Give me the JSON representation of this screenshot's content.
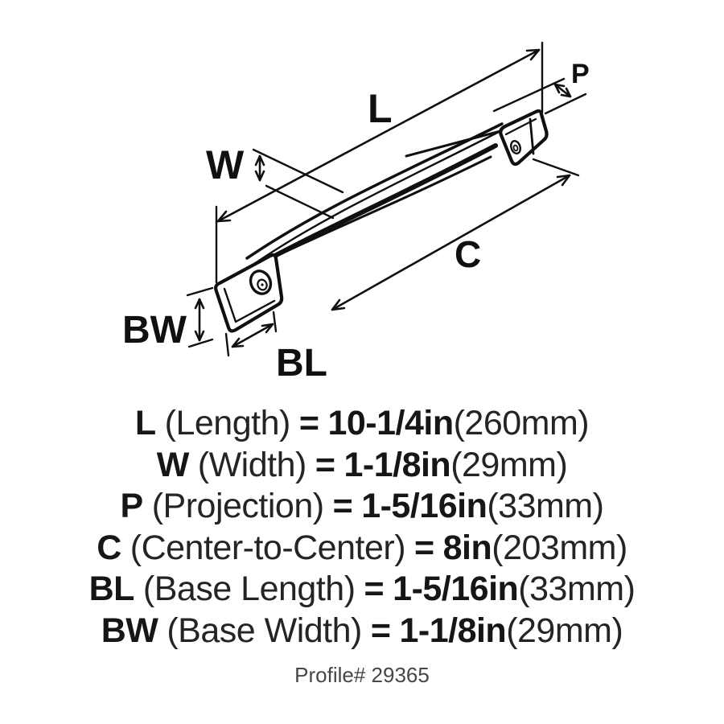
{
  "diagram": {
    "labels": {
      "length": "L",
      "width": "W",
      "projection": "P",
      "center_to_center": "C",
      "base_length": "BL",
      "base_width": "BW"
    },
    "line_color": "#101010",
    "background": "#ffffff"
  },
  "specs": [
    {
      "label": "L",
      "name": "(Length)",
      "eq": "=",
      "inches": "10-1/4in",
      "mm": "(260mm)"
    },
    {
      "label": "W",
      "name": "(Width)",
      "eq": "=",
      "inches": "1-1/8in",
      "mm": "(29mm)"
    },
    {
      "label": "P",
      "name": "(Projection)",
      "eq": "=",
      "inches": "1-5/16in",
      "mm": "(33mm)"
    },
    {
      "label": "C",
      "name": "(Center-to-Center)",
      "eq": "=",
      "inches": "8in",
      "mm": "(203mm)"
    },
    {
      "label": "BL",
      "name": "(Base Length)",
      "eq": "=",
      "inches": "1-5/16in",
      "mm": "(33mm)"
    },
    {
      "label": "BW",
      "name": "(Base Width)",
      "eq": "=",
      "inches": "1-1/8in",
      "mm": "(29mm)"
    }
  ],
  "footer": {
    "profile": "Profile# 29365"
  }
}
